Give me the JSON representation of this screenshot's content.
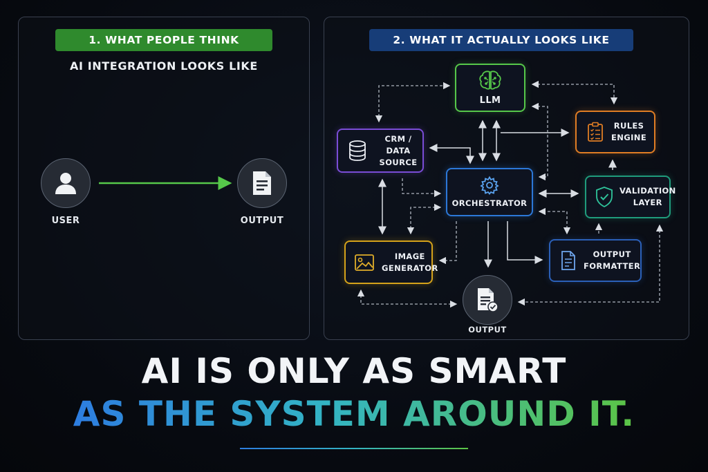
{
  "left_panel": {
    "title": "1. WHAT PEOPLE THINK",
    "subtitle": "AI INTEGRATION LOOKS LIKE",
    "user_label": "USER",
    "output_label": "OUTPUT"
  },
  "right_panel": {
    "title": "2. WHAT IT ACTUALLY LOOKS LIKE",
    "nodes": {
      "llm": "LLM",
      "crm_line1": "CRM /",
      "crm_line2": "DATA SOURCE",
      "rules_line1": "RULES",
      "rules_line2": "ENGINE",
      "orchestrator": "ORCHESTRATOR",
      "validation_line1": "VALIDATION",
      "validation_line2": "LAYER",
      "image_line1": "IMAGE",
      "image_line2": "GENERATOR",
      "formatter_line1": "OUTPUT",
      "formatter_line2": "FORMATTER",
      "output": "OUTPUT"
    }
  },
  "headline": {
    "line1": "AI IS ONLY AS SMART",
    "line2": "AS THE SYSTEM AROUND IT."
  },
  "colors": {
    "green": "#56c84a",
    "purple": "#7a4cd6",
    "orange": "#e07d24",
    "blue": "#2c78d8",
    "teal": "#1f9c7c",
    "gold": "#d5a21a",
    "navy": "#2b60b8"
  }
}
